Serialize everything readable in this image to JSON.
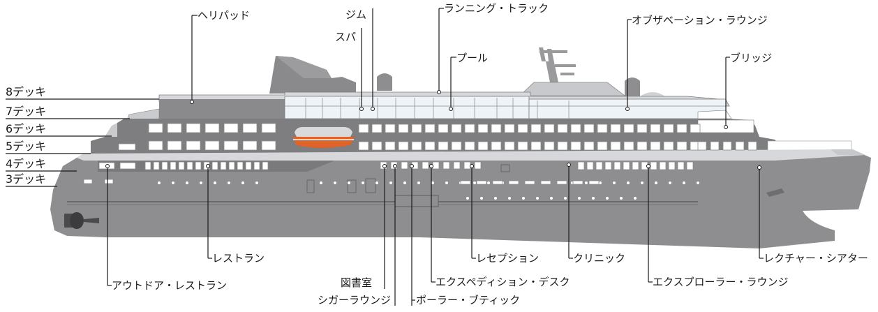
{
  "decks": [
    {
      "key": "d8",
      "label": "8デッキ"
    },
    {
      "key": "d7",
      "label": "7デッキ"
    },
    {
      "key": "d6",
      "label": "6デッキ"
    },
    {
      "key": "d5",
      "label": "5デッキ"
    },
    {
      "key": "d4",
      "label": "4デッキ"
    },
    {
      "key": "d3",
      "label": "3デッキ"
    }
  ],
  "facilities": {
    "helipad": "ヘリパッド",
    "gym": "ジム",
    "spa": "スパ",
    "running_track": "ランニング・トラック",
    "pool": "プール",
    "observation_lounge": "オブザベーション・ラウンジ",
    "bridge": "ブリッジ",
    "restaurant": "レストラン",
    "outdoor_restaurant": "アウトドア・レストラン",
    "library": "図書室",
    "cigar_lounge": "シガーラウンジ",
    "polar_boutique": "ポーラー・ブティック",
    "expedition_desk": "エクスペディション・デスク",
    "reception": "レセプション",
    "clinic": "クリニック",
    "explorer_lounge": "エクスプローラー・ラウンジ",
    "lecture_theater": "レクチャー・シアター"
  },
  "colors": {
    "hull": "#8e8e90",
    "superstructure": "#7e7e80",
    "upper": "#d9dcdf",
    "glass": "#eef3f7",
    "lifeboat": "#e0642a",
    "leader": "#1a1a1a"
  }
}
